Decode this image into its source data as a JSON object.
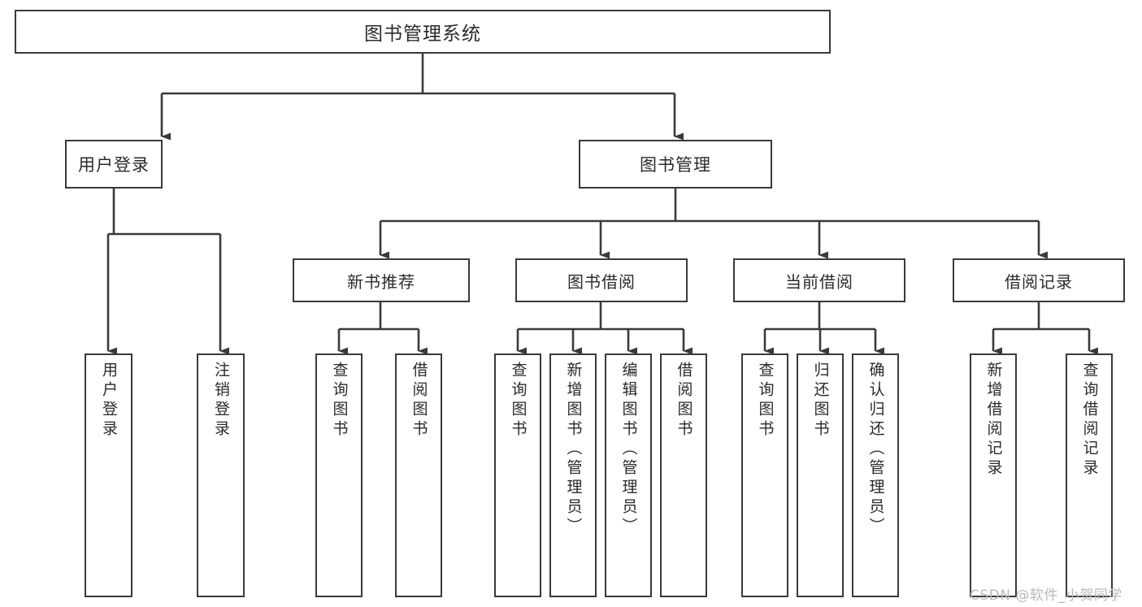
{
  "diagram": {
    "type": "tree-hierarchy",
    "title": "图书管理系统",
    "watermark": "CSDN @软件_小贺同学",
    "colors": {
      "box_border": "#3a3a3a",
      "box_fill": "#ffffff",
      "connector": "#3a3a3a",
      "text": "#2b2b2b",
      "watermark": "#b9b9b9",
      "background": "#ffffff"
    },
    "root": {
      "label": "图书管理系统"
    },
    "level2": [
      {
        "label": "用户登录"
      },
      {
        "label": "图书管理"
      }
    ],
    "level3": [
      {
        "label": "新书推荐"
      },
      {
        "label": "图书借阅"
      },
      {
        "label": "当前借阅"
      },
      {
        "label": "借阅记录"
      }
    ],
    "leaves": {
      "user_login": [
        {
          "label": "用户登录"
        },
        {
          "label": "注销登录"
        }
      ],
      "new_book_recommend": [
        {
          "label": "查询图书"
        },
        {
          "label": "借阅图书"
        }
      ],
      "book_borrow": [
        {
          "label": "查询图书"
        },
        {
          "label": "新增图书（管理员）"
        },
        {
          "label": "编辑图书（管理员）"
        },
        {
          "label": "借阅图书"
        }
      ],
      "current_borrow": [
        {
          "label": "查询图书"
        },
        {
          "label": "归还图书"
        },
        {
          "label": "确认归还（管理员）"
        }
      ],
      "borrow_record": [
        {
          "label": "新增借阅记录"
        },
        {
          "label": "查询借阅记录"
        }
      ]
    }
  }
}
